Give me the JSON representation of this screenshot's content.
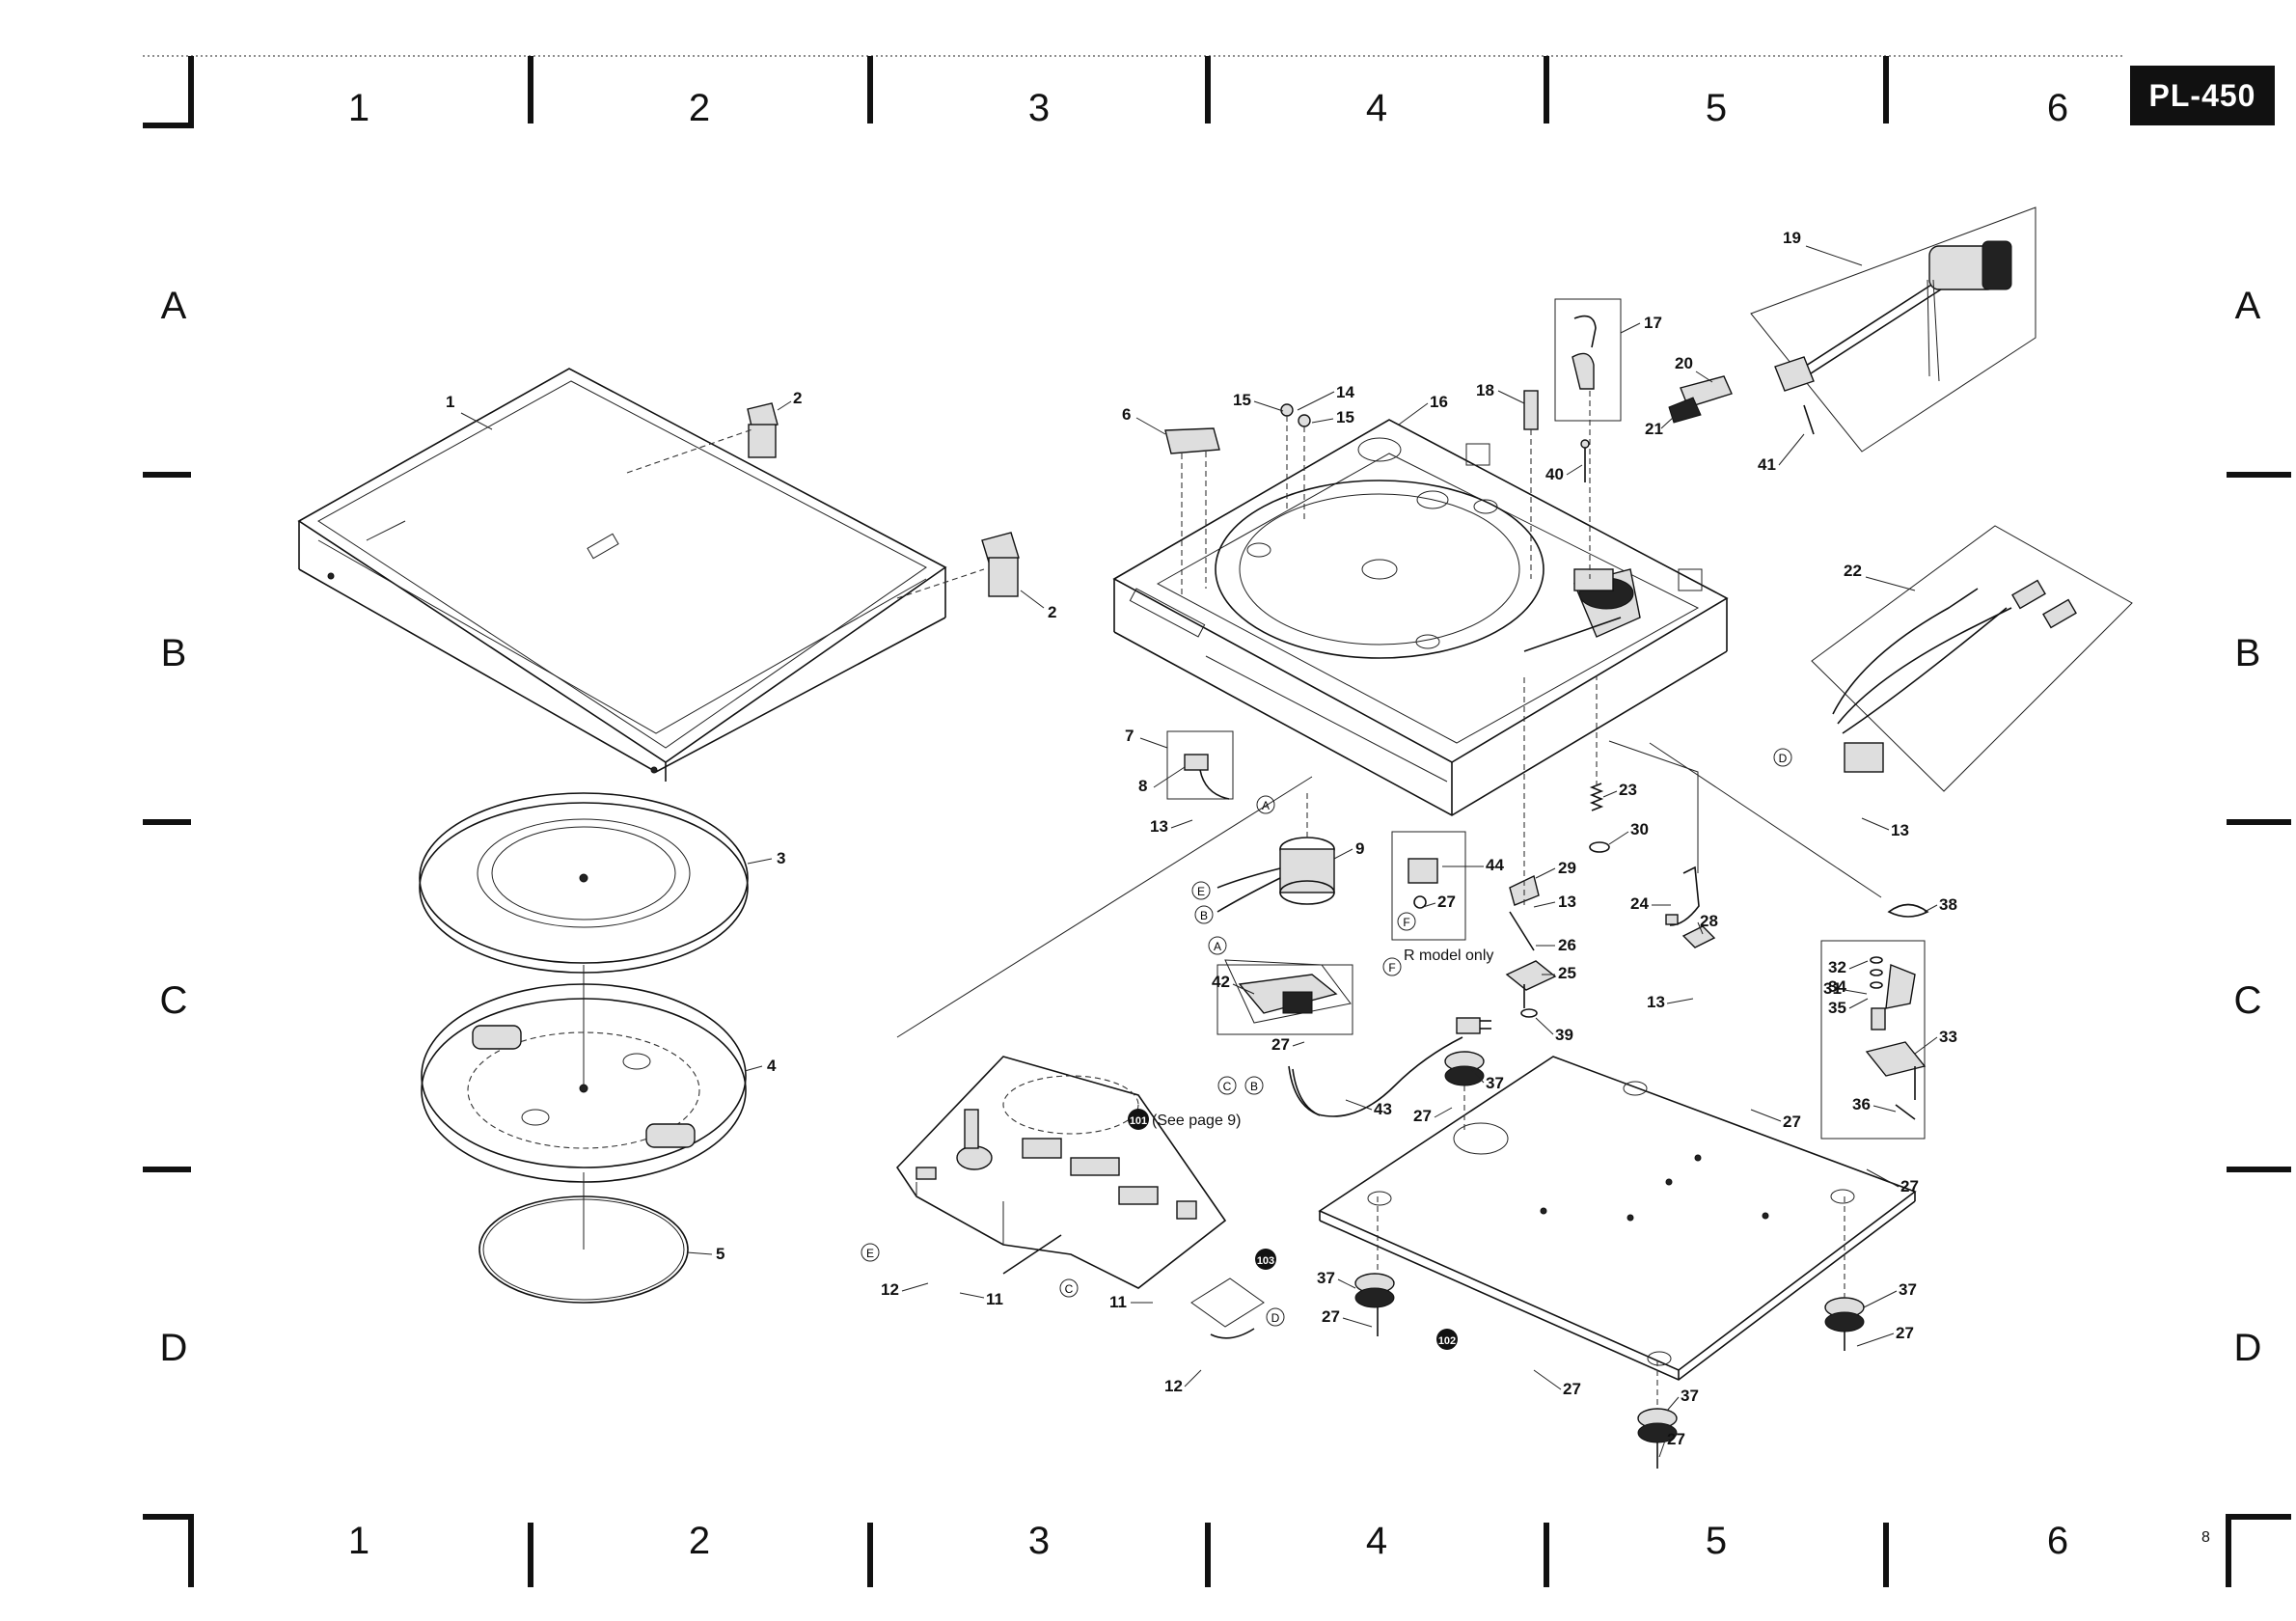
{
  "model": "PL-450",
  "page_number": "8",
  "grid": {
    "columns": [
      "1",
      "2",
      "3",
      "4",
      "5",
      "6"
    ],
    "rows": [
      "A",
      "B",
      "C",
      "D"
    ]
  },
  "callouts": {
    "c1": "1",
    "c2a": "2",
    "c2b": "2",
    "c3": "3",
    "c4": "4",
    "c5": "5",
    "c6": "6",
    "c7": "7",
    "c8": "8",
    "c9": "9",
    "c11a": "11",
    "c11b": "11",
    "c12a": "12",
    "c12b": "12",
    "c13a": "13",
    "c13b": "13",
    "c13c": "13",
    "c13d": "13",
    "c14": "14",
    "c15a": "15",
    "c15b": "15",
    "c16": "16",
    "c17": "17",
    "c18": "18",
    "c19": "19",
    "c20": "20",
    "c21": "21",
    "c22": "22",
    "c23": "23",
    "c24": "24",
    "c25": "25",
    "c26": "26",
    "c27a": "27",
    "c27b": "27",
    "c27c": "27",
    "c27d": "27",
    "c27e": "27",
    "c27f": "27",
    "c27g": "27",
    "c27h": "27",
    "c27i": "27",
    "c28": "28",
    "c29": "29",
    "c30": "30",
    "c31": "31",
    "c32": "32",
    "c33": "33",
    "c34": "34",
    "c35": "35",
    "c36": "36",
    "c37a": "37",
    "c37b": "37",
    "c37c": "37",
    "c37d": "37",
    "c38": "38",
    "c39": "39",
    "c40": "40",
    "c41": "41",
    "c42": "42",
    "c43": "43",
    "c44": "44",
    "c101": "101",
    "c102": "102",
    "c103": "103"
  },
  "connectors": {
    "a1": "A",
    "a2": "A",
    "b1": "B",
    "b2": "B",
    "c1": "C",
    "c2": "C",
    "d1": "D",
    "d2": "D",
    "e1": "E",
    "e2": "E",
    "f1": "F",
    "f2": "F"
  },
  "notes": {
    "see_page": "(See page 9)",
    "r_model_only": "R model only"
  }
}
